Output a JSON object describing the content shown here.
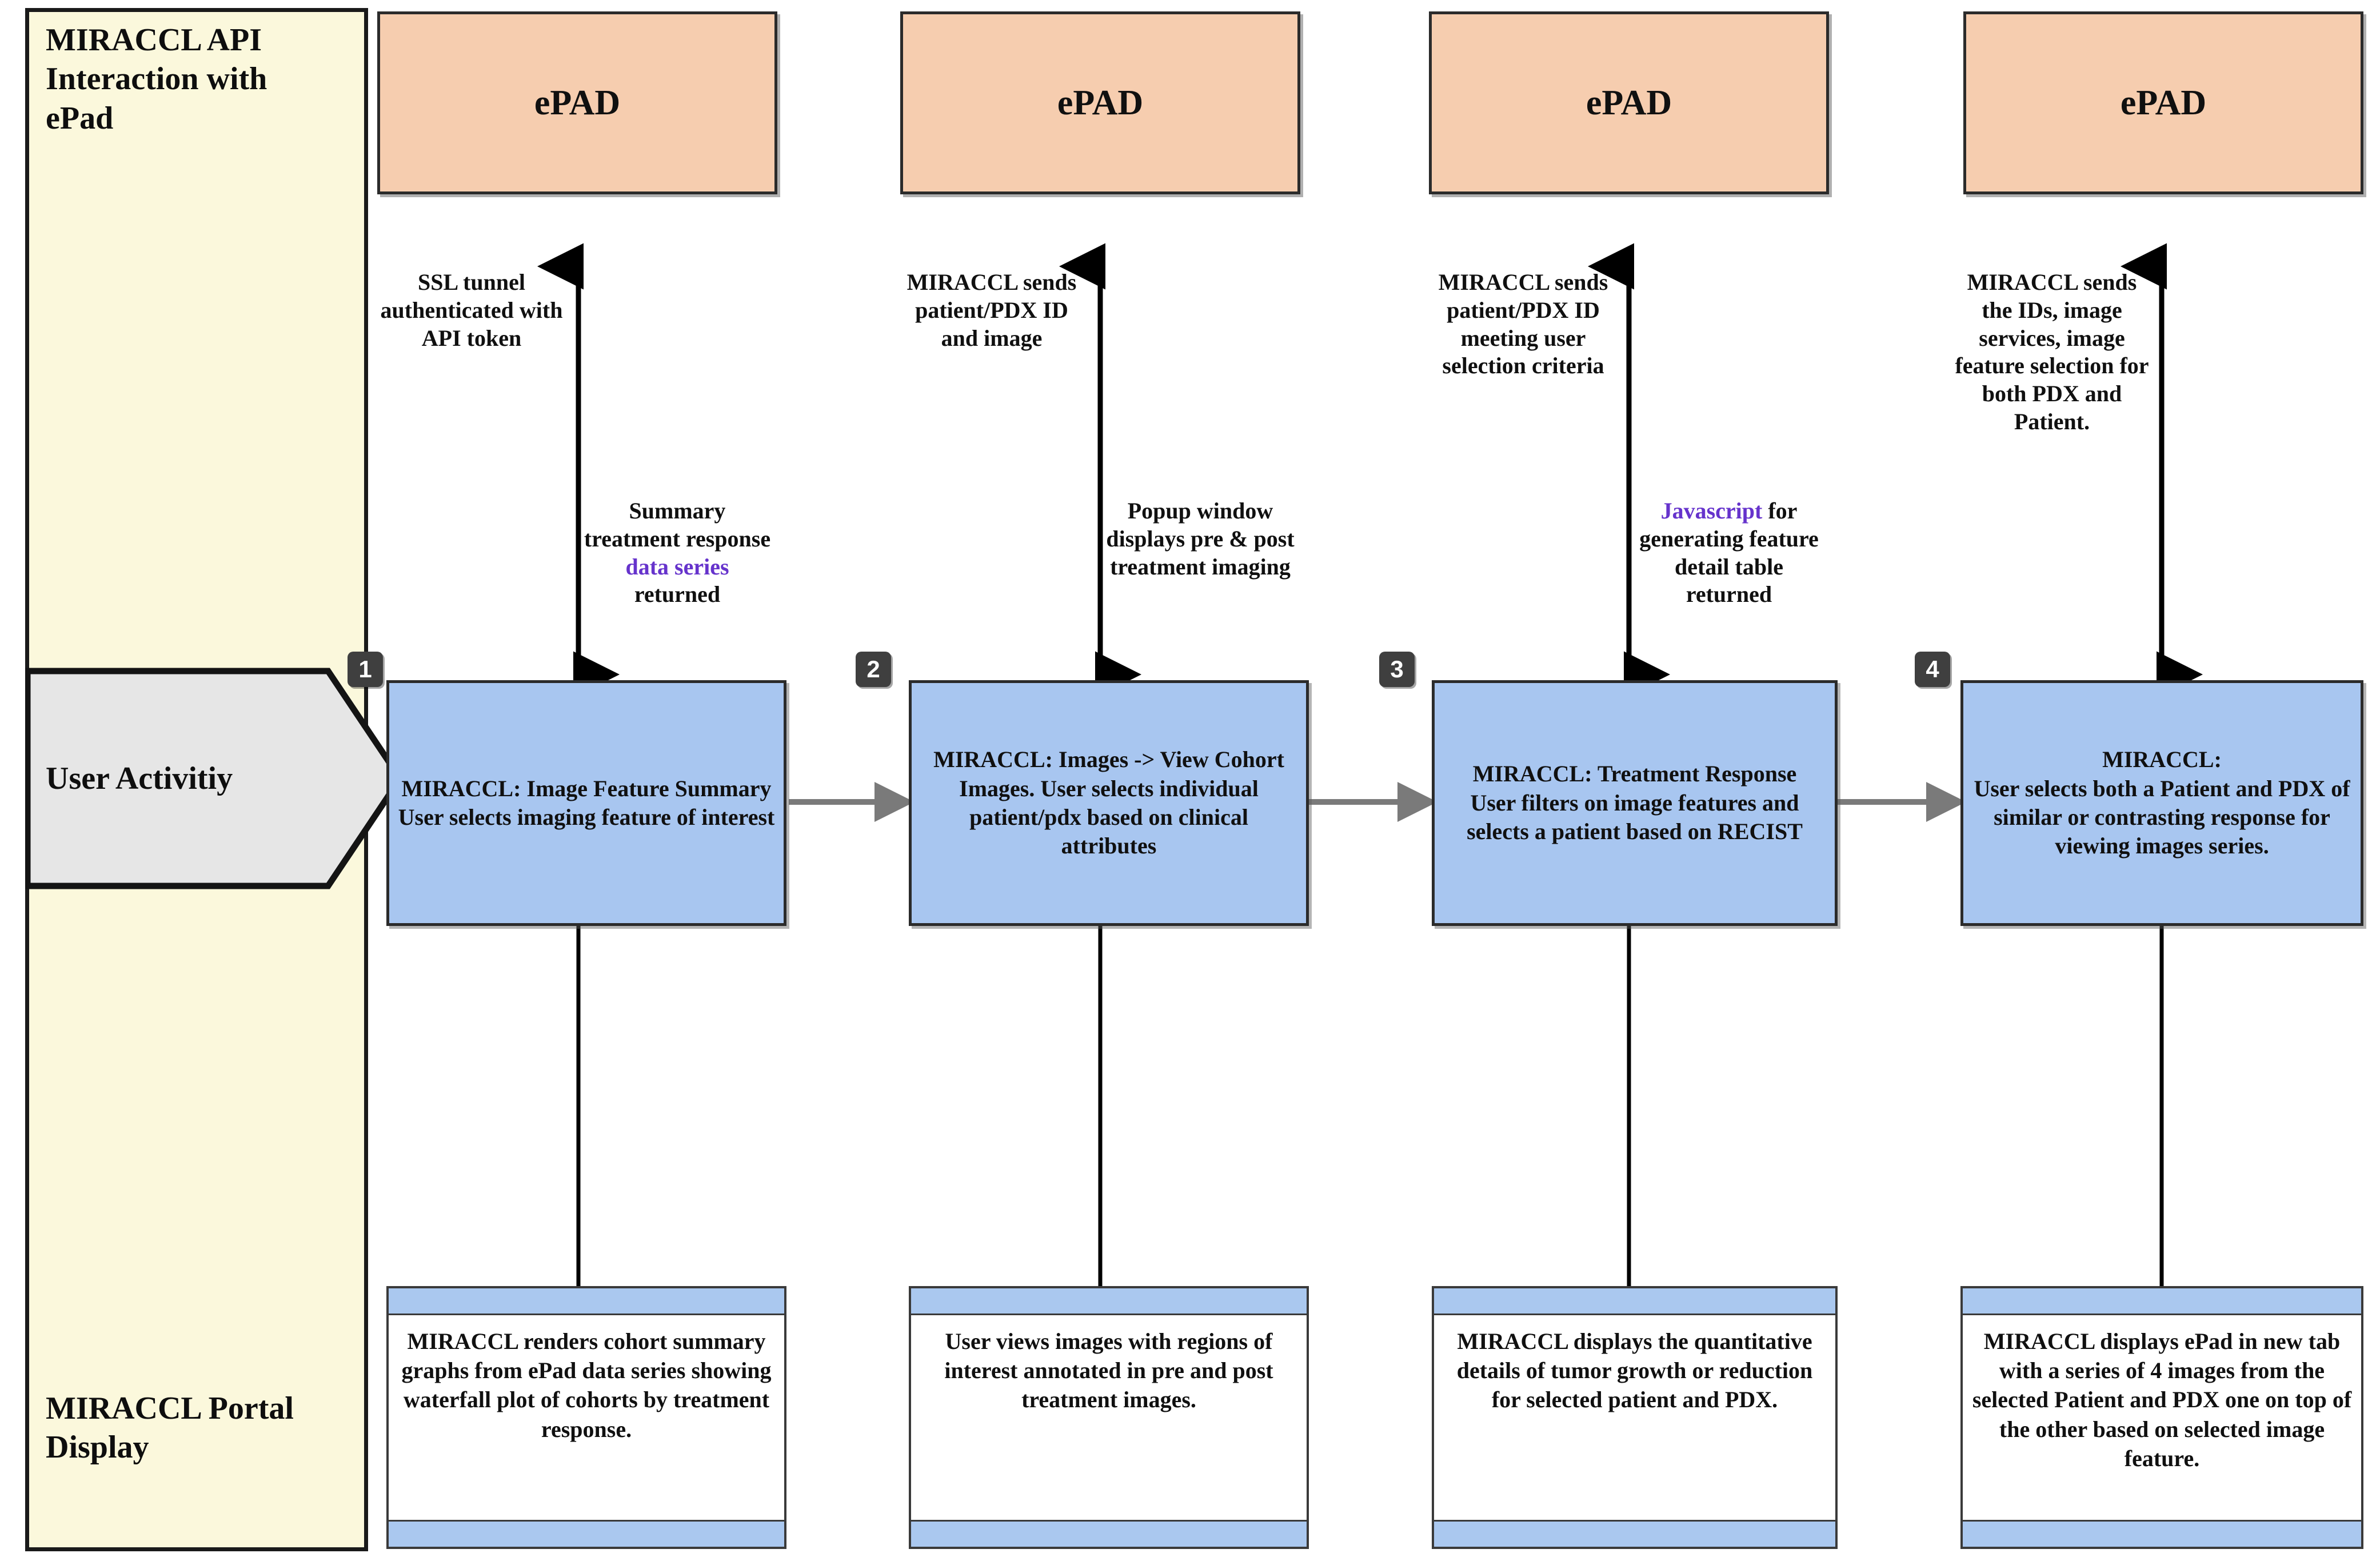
{
  "legend": {
    "top_label": "MIRACCL API Interaction with ePad",
    "middle_label": "User Activitiy",
    "bottom_label": "MIRACCL Portal Display"
  },
  "colors": {
    "epad_fill": "#f6cdaf",
    "activity_fill": "#a8c6f0",
    "legend_fill": "#fbf8dc",
    "band_fill": "#e3e3e3",
    "display_bar": "#aac8ef",
    "keyword": "#6633cc",
    "arrow_vertical": "#000000",
    "arrow_horizontal": "#7a7a7a"
  },
  "columns": [
    {
      "badge": "1",
      "epad_label": "ePAD",
      "up_annotation": "SSL tunnel authenticated with API token",
      "down_annotation_pre": "Summary treatment response ",
      "down_annotation_kw": "data series",
      "down_annotation_post": " returned",
      "activity_title": "MIRACCL: Image Feature Summary",
      "activity_body": "User selects imaging feature of interest",
      "display_text": "MIRACCL renders cohort summary graphs from ePad data series showing waterfall plot of cohorts by treatment response."
    },
    {
      "badge": "2",
      "epad_label": "ePAD",
      "up_annotation": "MIRACCL sends patient/PDX ID and image",
      "down_annotation_pre": "Popup window displays pre & post treatment imaging",
      "down_annotation_kw": "",
      "down_annotation_post": "",
      "activity_title": "MIRACCL: Images -> View Cohort Images. User selects",
      "activity_body": "individual patient/pdx based on clinical attributes",
      "display_text": "User views images with regions of interest annotated in pre and post treatment images."
    },
    {
      "badge": "3",
      "epad_label": "ePAD",
      "up_annotation": "MIRACCL sends patient/PDX ID meeting user selection criteria",
      "down_annotation_pre": "",
      "down_annotation_kw": "Javascript",
      "down_annotation_post": " for generating feature detail table returned",
      "activity_title": "MIRACCL: Treatment Response",
      "activity_body": "User filters on image features and selects a patient based on RECIST",
      "display_text": "MIRACCL displays the quantitative details of tumor growth or reduction for selected patient and PDX."
    },
    {
      "badge": "4",
      "epad_label": "ePAD",
      "up_annotation": "MIRACCL sends the IDs, image services, image feature selection for both PDX and Patient.",
      "down_annotation_pre": "",
      "down_annotation_kw": "",
      "down_annotation_post": "",
      "activity_title": "MIRACCL:",
      "activity_body": "User selects both a Patient and PDX of similar or contrasting response for viewing images series.",
      "display_text": "MIRACCL displays ePad in new tab with a series of 4 images from the selected Patient and PDX one on top of the other based on selected image feature."
    }
  ]
}
